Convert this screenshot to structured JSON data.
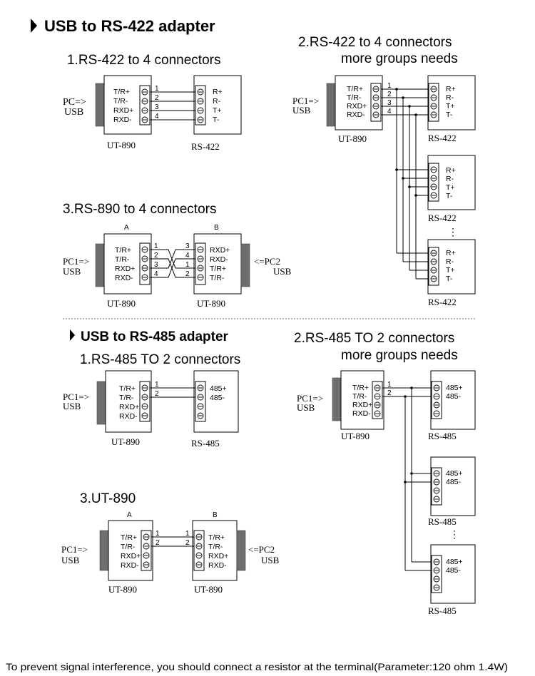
{
  "sections": {
    "rs422": {
      "title": "USB to RS-422 adapter",
      "d1": {
        "title": "1.RS-422 to 4 connectors",
        "host_a": "PC=>",
        "host_b": "USB",
        "dev": "UT-890",
        "target": "RS-422",
        "left_pins": [
          "T/R+",
          "T/R-",
          "RXD+",
          "RXD-"
        ],
        "right_pins": [
          "R+",
          "R-",
          "T+",
          "T-"
        ],
        "wire_nums": [
          "1",
          "2",
          "3",
          "4"
        ]
      },
      "d2": {
        "title_line1": "2.RS-422 to 4 connectors",
        "title_line2": "more groups needs",
        "host_a": "PC1=>",
        "host_b": "USB",
        "dev": "UT-890",
        "target": "RS-422",
        "left_pins": [
          "T/R+",
          "T/R-",
          "RXD+",
          "RXD-"
        ],
        "right_pins": [
          "R+",
          "R-",
          "T+",
          "T-"
        ],
        "wire_nums": [
          "1",
          "2",
          "3",
          "4"
        ],
        "ellipsis": "⋮"
      },
      "d3": {
        "title": "3.RS-890 to 4 connectors",
        "label_a": "A",
        "label_b": "B",
        "host_a": "PC1=>",
        "host_b": "USB",
        "host2_a": "<=PC2",
        "host2_b": "USB",
        "dev": "UT-890",
        "left_pins": [
          "T/R+",
          "T/R-",
          "RXD+",
          "RXD-"
        ],
        "right_pins": [
          "RXD+",
          "RXD-",
          "T/R+",
          "T/R-"
        ],
        "wire_nums_left": [
          "1",
          "2",
          "3",
          "4"
        ],
        "wire_nums_right": [
          "3",
          "4",
          "1",
          "2"
        ]
      }
    },
    "rs485": {
      "title": "USB to RS-485 adapter",
      "d1": {
        "title": "1.RS-485 TO 2 connectors",
        "host_a": "PC1=>",
        "host_b": "USB",
        "dev": "UT-890",
        "target": "RS-485",
        "left_pins": [
          "T/R+",
          "T/R-",
          "RXD+",
          "RXD-"
        ],
        "right_pins": [
          "485+",
          "485-"
        ],
        "wire_nums": [
          "1",
          "2"
        ]
      },
      "d2": {
        "title_line1": "2.RS-485 TO 2 connectors",
        "title_line2": "more groups needs",
        "host_a": "PC1=>",
        "host_b": "USB",
        "dev": "UT-890",
        "target": "RS-485",
        "left_pins": [
          "T/R+",
          "T/R-",
          "RXD+",
          "RXD-"
        ],
        "right_pins": [
          "485+",
          "485-"
        ],
        "wire_nums": [
          "1",
          "2"
        ],
        "ellipsis": "⋮"
      },
      "d3": {
        "title": "3.UT-890",
        "label_a": "A",
        "label_b": "B",
        "host_a": "PC1=>",
        "host_b": "USB",
        "host2_a": "<=PC2",
        "host2_b": "USB",
        "dev": "UT-890",
        "left_pins": [
          "T/R+",
          "T/R-",
          "RXD+",
          "RXD-"
        ],
        "right_pins": [
          "T/R+",
          "T/R-",
          "RXD+",
          "RXD-"
        ],
        "wire_nums_left": [
          "1",
          "2"
        ],
        "wire_nums_right": [
          "1",
          "2"
        ]
      }
    }
  },
  "footer": "To prevent signal interference, you should connect a resistor at the terminal(Parameter:120 ohm 1.4W)",
  "icons": [
    "section-arrow-icon",
    "terminal-screw-icon",
    "usb-plug-icon"
  ]
}
